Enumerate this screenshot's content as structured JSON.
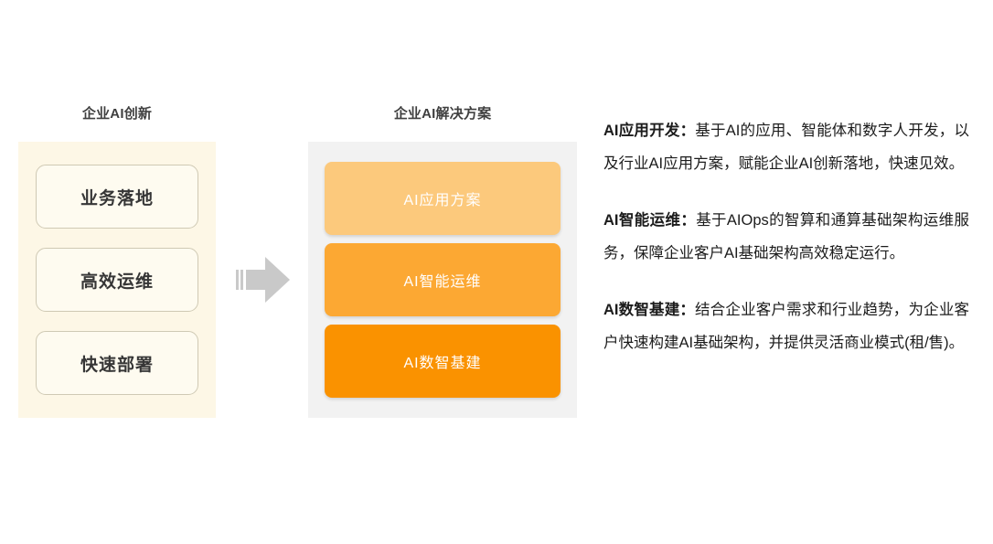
{
  "left_column": {
    "heading": "企业AI创新",
    "cards": [
      {
        "label": "业务落地"
      },
      {
        "label": "高效运维"
      },
      {
        "label": "快速部署"
      }
    ]
  },
  "flow": {
    "arrow_icon": "arrow-right-icon"
  },
  "right_column": {
    "heading": "企业AI解决方案",
    "cards": [
      {
        "label": "AI应用方案",
        "color": "#fcc97c"
      },
      {
        "label": "AI智能运维",
        "color": "#fca833"
      },
      {
        "label": "AI数智基建",
        "color": "#fa9200"
      }
    ]
  },
  "descriptions": [
    {
      "term": "AI应用开发：",
      "text": "基于AI的应用、智能体和数字人开发，以及行业AI应用方案，赋能企业AI创新落地，快速见效。"
    },
    {
      "term": "AI智能运维：",
      "text": "基于AIOps的智算和通算基础架构运维服务，保障企业客户AI基础架构高效稳定运行。"
    },
    {
      "term": "AI数智基建：",
      "text": "结合企业客户需求和行业趋势，为企业客户快速构建AI基础架构，并提供灵活商业模式(租/售)。"
    }
  ],
  "theme": {
    "cream_panel": "#fdf7e6",
    "gray_panel": "#f2f2f2",
    "arrow_gray": "#c9c9c9",
    "heading_color": "#3f3f3f"
  }
}
